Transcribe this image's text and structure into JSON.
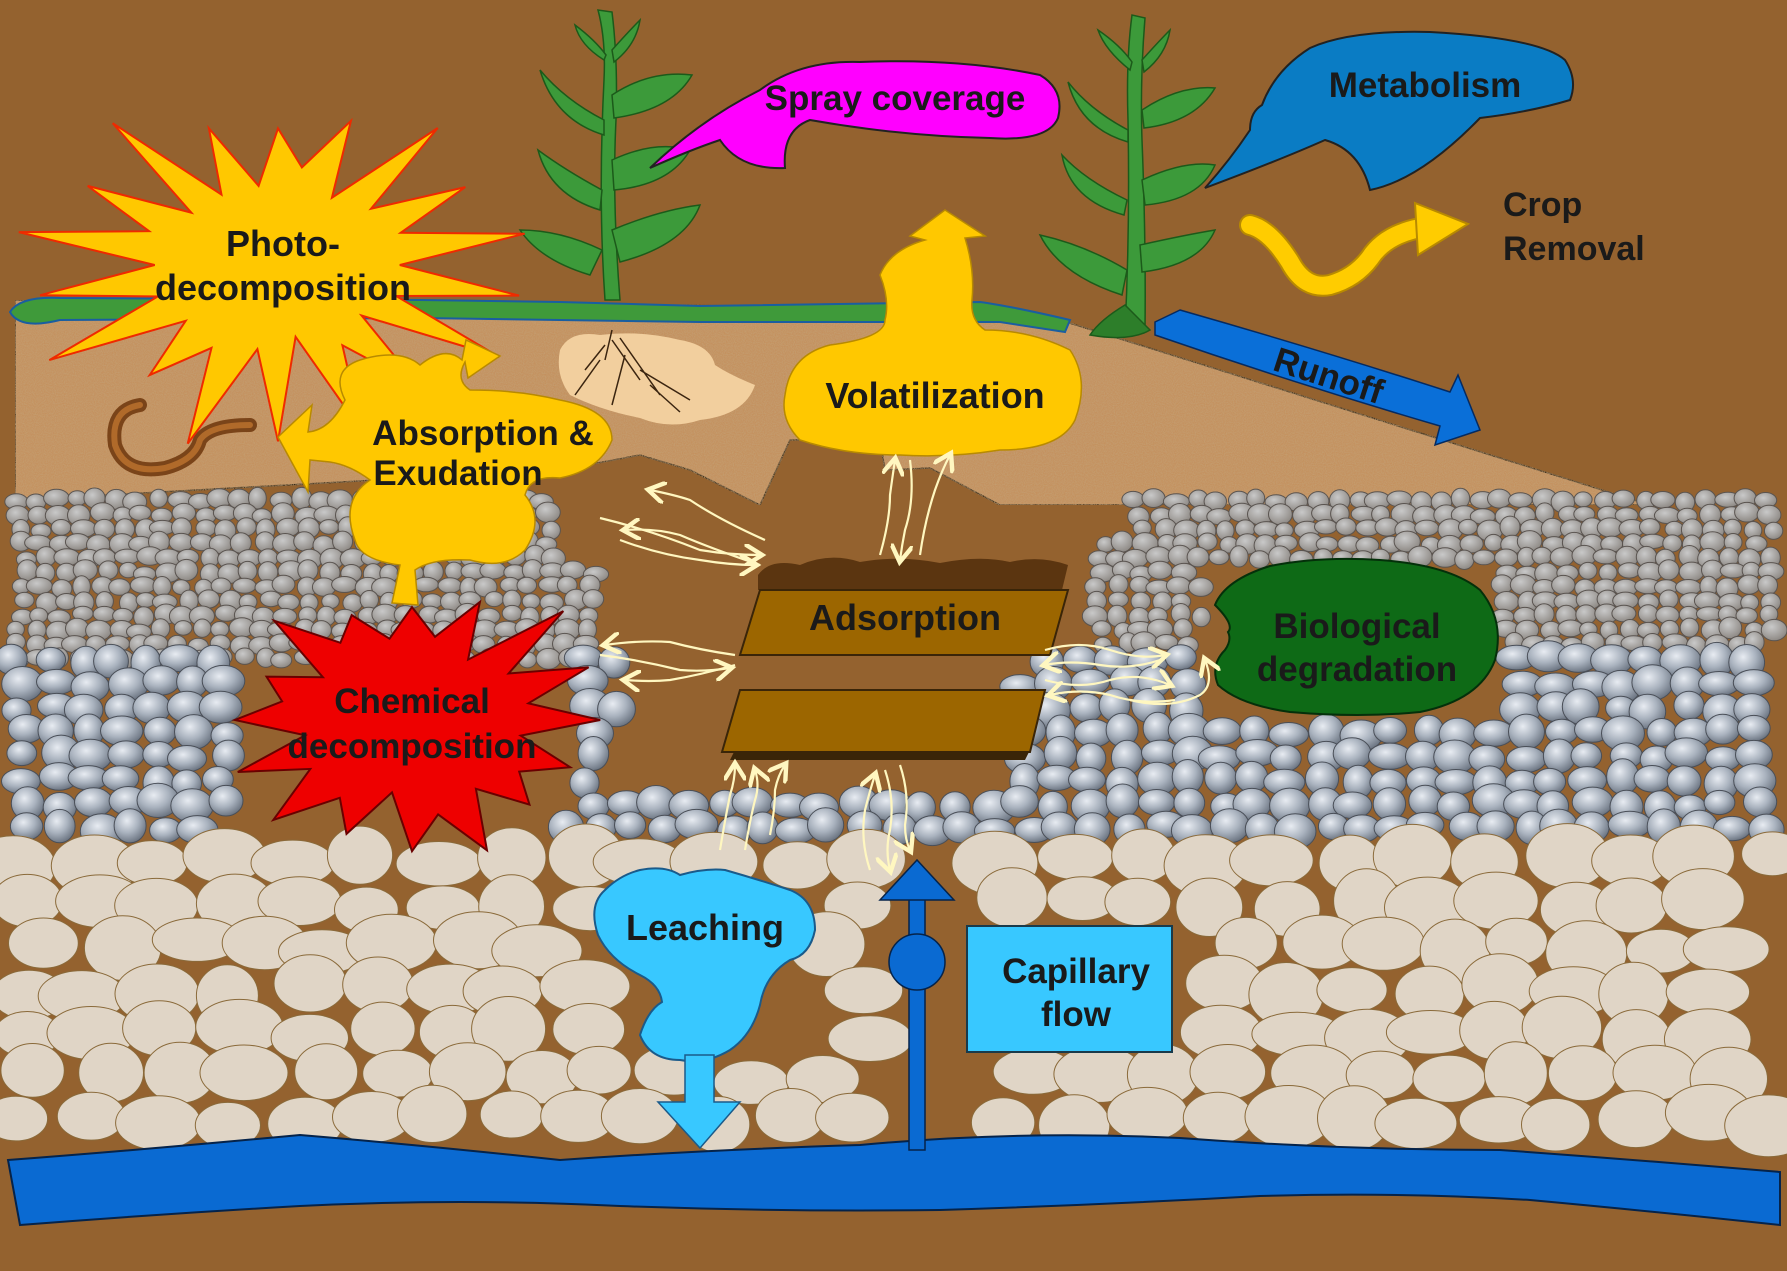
{
  "labels": {
    "spray_coverage": "Spray coverage",
    "metabolism": "Metabolism",
    "crop_removal_1": "Crop",
    "crop_removal_2": "Removal",
    "photo_1": "Photo-",
    "photo_2": "decomposition",
    "absorption_1": "Absorption &",
    "absorption_2": "Exudation",
    "volatilization": "Volatilization",
    "runoff": "Runoff",
    "adsorption": "Adsorption",
    "biological_1": "Biological",
    "biological_2": "degradation",
    "chemical_1": "Chemical",
    "chemical_2": "decomposition",
    "leaching": "Leaching",
    "capillary_1": "Capillary",
    "capillary_2": "flow"
  },
  "colors": {
    "background": "#94622f",
    "topsoil": "#c4915f",
    "grass": "#3f9a3a",
    "plant": "#3c9a3a",
    "spray": "#ff00ff",
    "metabolism": "#0a7cc4",
    "yellow": "#ffc800",
    "crop_arrow": "#ffcc00",
    "runoff": "#0a6fd8",
    "chemical": "#ee0000",
    "biological": "#0e6a16",
    "leaching": "#38c8ff",
    "water": "#0a6ad2",
    "capillary_box": "#38c8ff"
  }
}
